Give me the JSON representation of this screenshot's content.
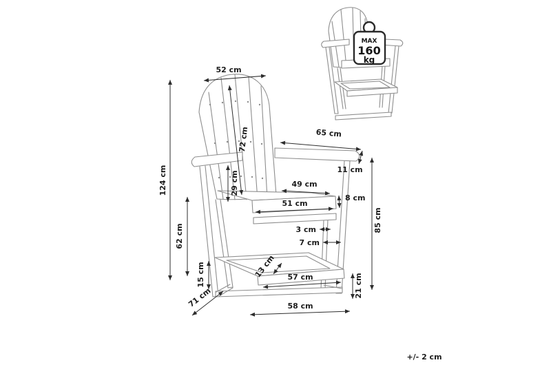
{
  "dims": {
    "backrest_top_width": "52 cm",
    "total_height": "124 cm",
    "backrest_length": "72 cm",
    "armrest_length": "65 cm",
    "armrest_width": "11 cm",
    "backrest_to_seat": "29 cm",
    "seat_depth": "49 cm",
    "seat_thickness": "8 cm",
    "seat_width": "51 cm",
    "armrest_height": "85 cm",
    "board_thickness": "3 cm",
    "leg_width": "7 cm",
    "footrest_clearance": "62 cm",
    "foot_height": "15 cm",
    "footrest_board_width": "13 cm",
    "footrest_width": "57 cm",
    "footrest_height": "21 cm",
    "total_depth": "71 cm",
    "base_width": "58 cm"
  },
  "tolerance_note": "+/- 2 cm",
  "max_load": {
    "line1": "MAX",
    "line2": "160",
    "line3": "kg"
  }
}
